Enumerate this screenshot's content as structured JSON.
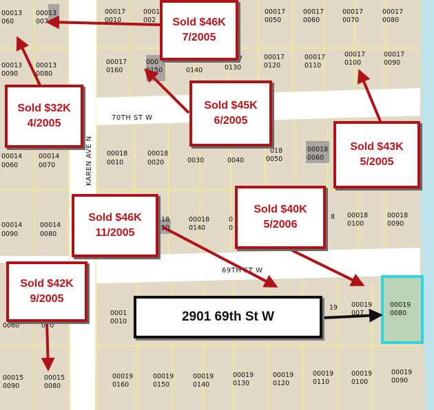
{
  "colors": {
    "parcel_fill": "#e2d9c6",
    "parcel_line": "#f3ec8a",
    "street_fill": "#ffffff",
    "water": "#bfe3ea",
    "callout_border": "#b01218",
    "callout_text": "#c0121a",
    "subject_highlight": "#2fd3e0",
    "subject_fill": "#bcd3b6"
  },
  "streets": {
    "street_70th": "70TH ST W",
    "street_69th": "69TH ST W",
    "karen_ave": "KAREN AVE N"
  },
  "parcels": [
    {
      "id": "p1",
      "l1": "00013",
      "l2": "060"
    },
    {
      "id": "p2",
      "l1": "00013",
      "l2": "007"
    },
    {
      "id": "p3",
      "l1": "00017",
      "l2": "0010"
    },
    {
      "id": "p4",
      "l1": "00017",
      "l2": "002"
    },
    {
      "id": "p5",
      "l1": "00017",
      "l2": "0050"
    },
    {
      "id": "p6",
      "l1": "00017",
      "l2": "0060"
    },
    {
      "id": "p7",
      "l1": "00017",
      "l2": "0070"
    },
    {
      "id": "p8",
      "l1": "00017",
      "l2": "0080"
    },
    {
      "id": "p9",
      "l1": "00013",
      "l2": "0090"
    },
    {
      "id": "p10",
      "l1": "00013",
      "l2": "0080"
    },
    {
      "id": "p11",
      "l1": "00017",
      "l2": "0160"
    },
    {
      "id": "p12",
      "l1": "000",
      "l2": "0150"
    },
    {
      "id": "p13",
      "l1": "",
      "l2": "0140"
    },
    {
      "id": "p14",
      "l1": "17",
      "l2": "0130"
    },
    {
      "id": "p15",
      "l1": "00017",
      "l2": "0120"
    },
    {
      "id": "p16",
      "l1": "00017",
      "l2": "0110"
    },
    {
      "id": "p17",
      "l1": "00017",
      "l2": "0100"
    },
    {
      "id": "p18",
      "l1": "00017",
      "l2": "0090"
    },
    {
      "id": "p19",
      "l1": "00014",
      "l2": "0060"
    },
    {
      "id": "p20",
      "l1": "00014",
      "l2": "0070"
    },
    {
      "id": "p21",
      "l1": "00018",
      "l2": "0010"
    },
    {
      "id": "p22",
      "l1": "00018",
      "l2": "0020"
    },
    {
      "id": "p23",
      "l1": "",
      "l2": "0030"
    },
    {
      "id": "p24",
      "l1": "",
      "l2": "0040"
    },
    {
      "id": "p25",
      "l1": "018",
      "l2": "0050"
    },
    {
      "id": "p26",
      "l1": "00018",
      "l2": "0060"
    },
    {
      "id": "p27",
      "l1": "00014",
      "l2": "0090"
    },
    {
      "id": "p28",
      "l1": "00014",
      "l2": "0080"
    },
    {
      "id": "p29",
      "l1": "18",
      "l2": "50"
    },
    {
      "id": "p30",
      "l1": "00018",
      "l2": "0140"
    },
    {
      "id": "p31",
      "l1": "0",
      "l2": "0"
    },
    {
      "id": "p32",
      "l1": "8",
      "l2": ""
    },
    {
      "id": "p33",
      "l1": "00018",
      "l2": "0100"
    },
    {
      "id": "p34",
      "l1": "00018",
      "l2": "0090"
    },
    {
      "id": "p35",
      "l1": "",
      "l2": "0060"
    },
    {
      "id": "p36",
      "l1": "",
      "l2": "070"
    },
    {
      "id": "p37",
      "l1": "0001",
      "l2": "0010"
    },
    {
      "id": "p38",
      "l1": "19",
      "l2": ""
    },
    {
      "id": "p39",
      "l1": "00019",
      "l2": "007"
    },
    {
      "id": "p40",
      "l1": "00019",
      "l2": "0080"
    },
    {
      "id": "p41",
      "l1": "00015",
      "l2": "0090"
    },
    {
      "id": "p42",
      "l1": "00015",
      "l2": "0080"
    },
    {
      "id": "p43",
      "l1": "00019",
      "l2": "0160"
    },
    {
      "id": "p44",
      "l1": "00019",
      "l2": "0150"
    },
    {
      "id": "p45",
      "l1": "00019",
      "l2": "0140"
    },
    {
      "id": "p46",
      "l1": "00019",
      "l2": "0130"
    },
    {
      "id": "p47",
      "l1": "00019",
      "l2": "0120"
    },
    {
      "id": "p48",
      "l1": "00019",
      "l2": "0110"
    },
    {
      "id": "p49",
      "l1": "00019",
      "l2": "0100"
    },
    {
      "id": "p50",
      "l1": "00019",
      "l2": "0090"
    }
  ],
  "sales": [
    {
      "id": "sale-46k-7-2005",
      "line1": "Sold $46K",
      "line2": "7/2005"
    },
    {
      "id": "sale-32k-4-2005",
      "line1": "Sold $32K",
      "line2": "4/2005"
    },
    {
      "id": "sale-45k-6-2005",
      "line1": "Sold $45K",
      "line2": "6/2005"
    },
    {
      "id": "sale-43k-5-2005",
      "line1": "Sold $43K",
      "line2": "5/2005"
    },
    {
      "id": "sale-46k-11-2005",
      "line1": "Sold $46K",
      "line2": "11/2005"
    },
    {
      "id": "sale-40k-5-2006",
      "line1": "Sold $40K",
      "line2": "5/2006"
    },
    {
      "id": "sale-42k-9-2005",
      "line1": "Sold $42K",
      "line2": "9/2005"
    }
  ],
  "subject": {
    "address": "2901 69th St W"
  }
}
